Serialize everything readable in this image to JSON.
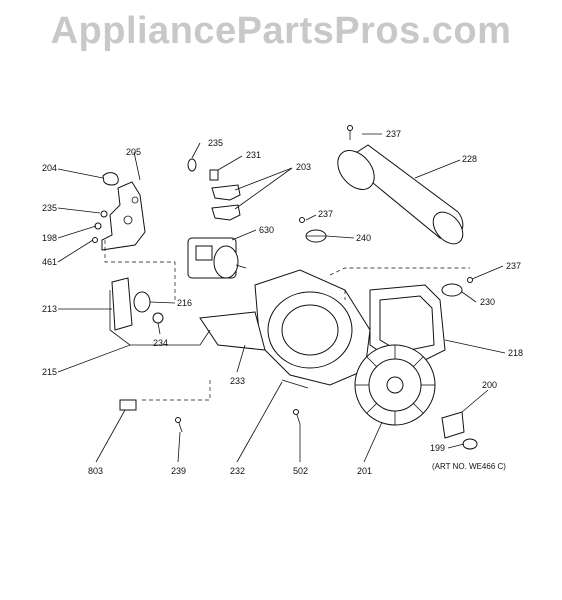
{
  "watermark": "AppliancePartsPros.com",
  "art_number": "(ART NO. WE466 C)",
  "callouts": {
    "c237a": "237",
    "c228": "228",
    "c235a": "235",
    "c204": "204",
    "c205": "205",
    "c231": "231",
    "c203": "203",
    "c235b": "235",
    "c198": "198",
    "c461": "461",
    "c630": "630",
    "c237b": "237",
    "c240": "240",
    "c237c": "237",
    "c230": "230",
    "c213": "213",
    "c216": "216",
    "c234": "234",
    "c218": "218",
    "c215": "215",
    "c233": "233",
    "c200": "200",
    "c199": "199",
    "c803": "803",
    "c239": "239",
    "c232": "232",
    "c502": "502",
    "c201": "201"
  }
}
